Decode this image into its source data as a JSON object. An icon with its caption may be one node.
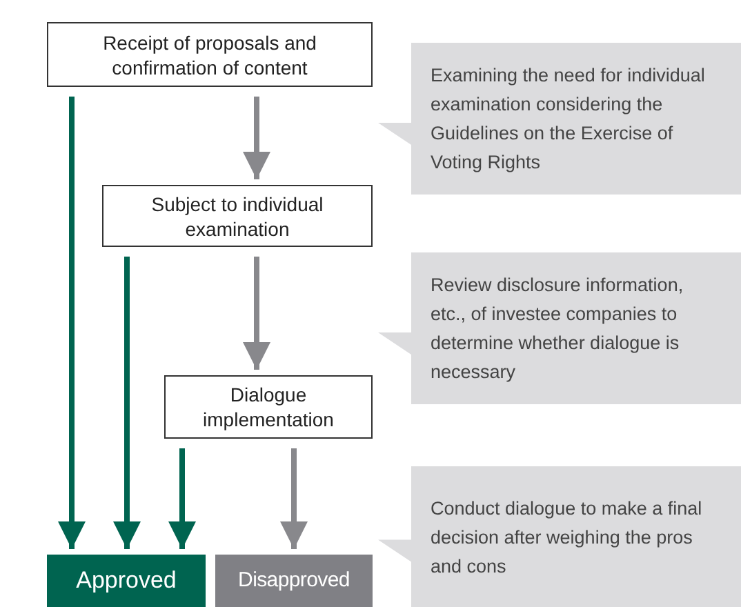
{
  "diagram": {
    "nodes": [
      {
        "text": [
          "Receipt of proposals and confirmation of content"
        ]
      },
      {
        "text": [
          "Subject to individual examination"
        ]
      },
      {
        "text": [
          "Dialogue implementation"
        ]
      },
      {
        "text": [
          "Approved"
        ]
      },
      {
        "text": [
          "Disapproved"
        ]
      },
      {
        "text": [
          "Examining the need for individual examination considering the Guidelines on the Exercise of Voting Rights"
        ]
      },
      {
        "text": [
          "Review disclosure information, etc., of investee companies to determine whether dialogue is necessary"
        ]
      },
      {
        "text": [
          "Conduct dialogue to make a final decision after weighing the pros and cons"
        ]
      }
    ],
    "edges": [
      {
        "from": 0,
        "to": 1,
        "arrow": "to"
      },
      {
        "from": 0,
        "to": 3,
        "arrow": "to",
        "color": "#006450"
      },
      {
        "from": 1,
        "to": 2,
        "arrow": "to"
      },
      {
        "from": 1,
        "to": 3,
        "arrow": "to",
        "color": "#006450"
      },
      {
        "from": 2,
        "to": 3,
        "arrow": "to",
        "color": "#006450"
      },
      {
        "from": 2,
        "to": 4,
        "arrow": "to"
      }
    ]
  }
}
